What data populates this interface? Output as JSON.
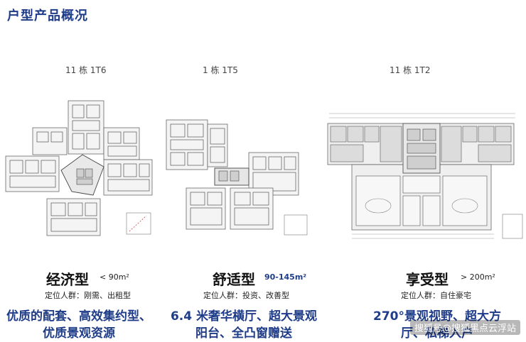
{
  "page": {
    "title": "户型产品概况"
  },
  "columns": [
    {
      "building": "11 栋 1T6",
      "type_name": "经济型",
      "size": "< 90m²",
      "target": "定位人群：刚需、出租型",
      "features": [
        "优质的配套、高效集约型、",
        "优质景观资源"
      ]
    },
    {
      "building": "1 栋 1T5",
      "type_name": "舒适型",
      "size": "90-145m²",
      "target": "定位人群：投资、改善型",
      "features": [
        "6.4 米奢华横厅、超大景观",
        "阳台、全凸窗赠送"
      ]
    },
    {
      "building": "11 栋 1T2",
      "type_name": "享受型",
      "size": "> 200m²",
      "target": "定位人群：自住豪宅",
      "features": [
        "270°景观视野、超大方",
        "厅、私梯入户"
      ]
    }
  ],
  "watermark": "搜狐号@搜狐黑点云浮站",
  "colors": {
    "title": "#1f3c88",
    "feature": "#1f3c88"
  }
}
